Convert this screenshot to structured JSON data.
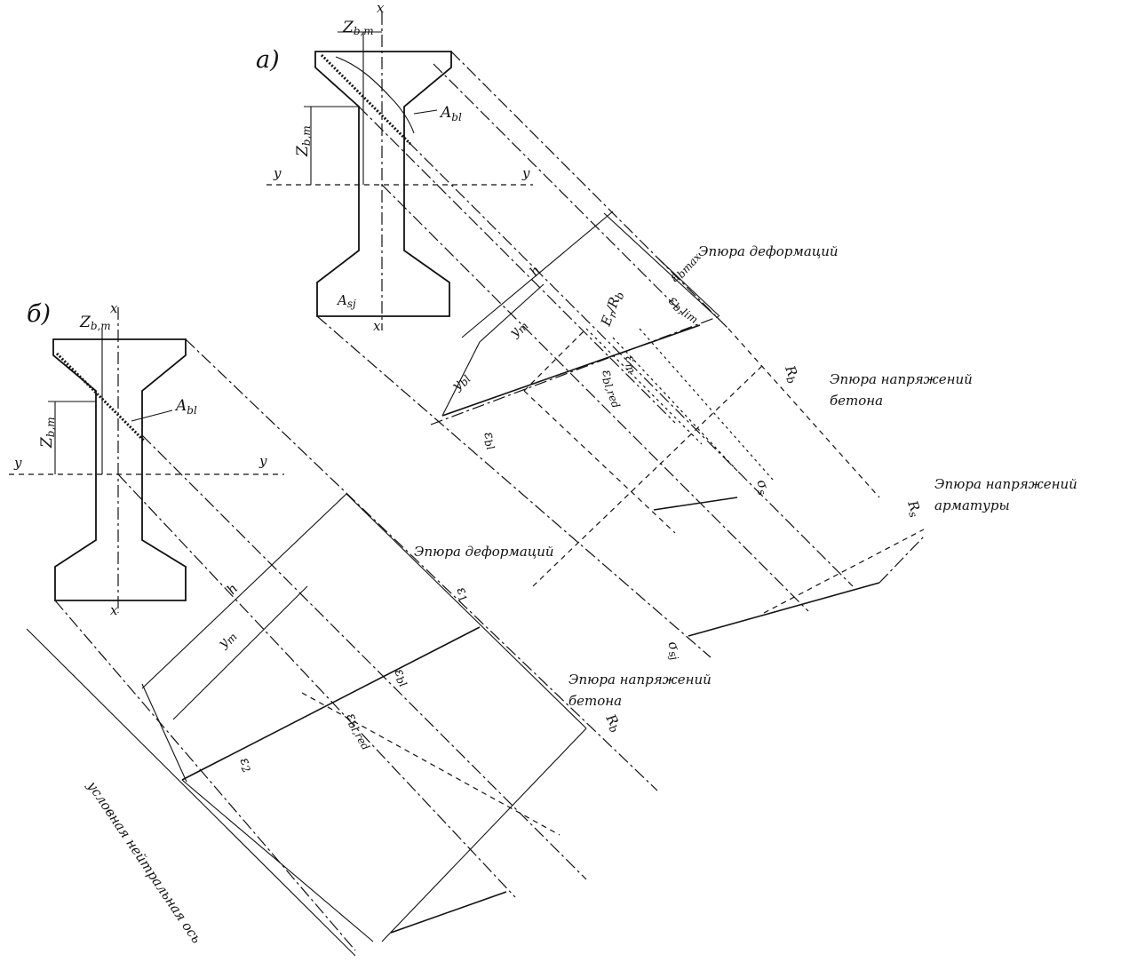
{
  "part_a": {
    "label": "а)",
    "axis_x_top": "x",
    "axis_x_bottom": "x",
    "axis_y_left": "y",
    "axis_y_right": "y",
    "z_top": "Z",
    "z_top_sub": "b,m",
    "z_side": "Z",
    "z_side_sub": "b,m",
    "a_bl": "A",
    "a_bl_sub": "bl",
    "a_sj": "A",
    "a_sj_sub": "sj",
    "h": "h",
    "y_m": "y",
    "y_m_sub": "m",
    "y_bl": "y",
    "y_bl_sub": "bl",
    "eps_b_max": "ε",
    "eps_b_max_sub": "bmax",
    "eps_b_lim": "ε",
    "eps_b_lim_sub": "b,lim",
    "e_r": "E",
    "e_r_sub": "r",
    "r_b_frac": "/R",
    "r_b_frac_sub": "b",
    "eps_m": "ε",
    "eps_m_sub": "m",
    "eps_bl_red": "ε",
    "eps_bl_red_sub": "bl,red",
    "eps_bl": "ε",
    "eps_bl_sub": "bl",
    "r_b": "R",
    "r_b_sub": "b",
    "sigma_s": "σ",
    "sigma_s_sub": "s",
    "r_s": "R",
    "r_s_sub": "s",
    "sigma_sj": "σ",
    "sigma_sj_sub": "sj",
    "strain_diagram": "Эпюра деформаций",
    "concrete_stress_line1": "Эпюра напряжений",
    "concrete_stress_line2": "бетона",
    "rebar_stress_line1": "Эпюра напряжений",
    "rebar_stress_line2": "арматуры"
  },
  "part_b": {
    "label": "б)",
    "axis_x_top": "x",
    "axis_x_bottom": "x",
    "axis_y_left": "y",
    "axis_y_right": "y",
    "z_top": "Z",
    "z_top_sub": "b,m",
    "z_side": "Z",
    "z_side_sub": "b,m",
    "a_bl": "A",
    "a_bl_sub": "bl",
    "h": "h",
    "y_m": "y",
    "y_m_sub": "m",
    "eps_l": "ε",
    "eps_l_sub": "1",
    "eps_bl": "ε",
    "eps_bl_sub": "bl",
    "eps_bl_red": "ε",
    "eps_bl_red_sub": "bl,red",
    "eps_2": "ε",
    "eps_2_sub": "2",
    "r_b": "R",
    "r_b_sub": "b",
    "strain_diagram": "Эпюра деформаций",
    "concrete_stress_line1": "Эпюра напряжений",
    "concrete_stress_line2": "бетона",
    "neutral_axis": "условная нейтральная ось"
  }
}
